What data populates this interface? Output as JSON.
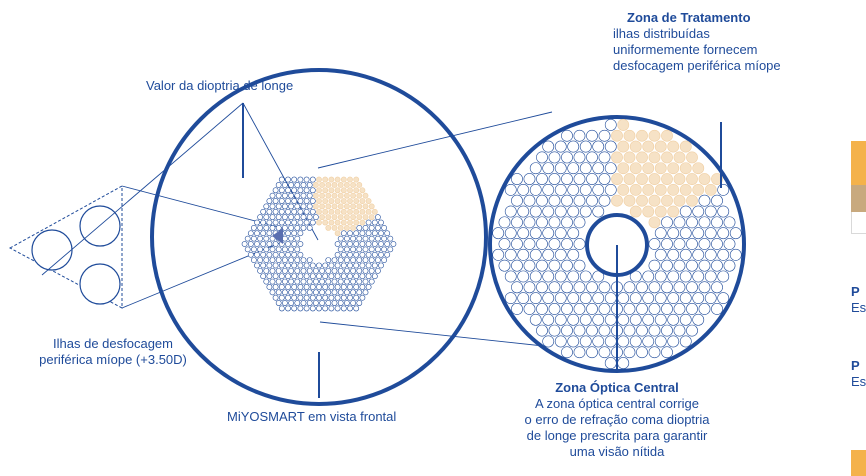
{
  "colors": {
    "blue": "#1f4b9a",
    "peach": "#f6e2c6",
    "peach_stroke": "#f0cfa3",
    "orange_swatch": "#f4b24b",
    "tan_swatch": "#c8a97e"
  },
  "labels": {
    "treatment_title": "Zona de Tratamento",
    "treatment_line1": "ilhas distribuídas",
    "treatment_line2": "uniformemente fornecem",
    "treatment_line3": "desfocagem periférica míope",
    "distance_value": "Valor da dioptria de longe",
    "islands_line1": "Ilhas de desfocagem",
    "islands_line2": "periférica míope (+3.50D)",
    "front_view": "MiYOSMART em vista frontal",
    "central_title": "Zona Óptica Central",
    "central_line1": "A zona óptica central corrige",
    "central_line2": "o erro de refração coma dioptria",
    "central_line3": "de longe prescrita para garantir",
    "central_line4": "uma visão nítida"
  },
  "side_panel": {
    "p1_letter": "P",
    "p1_sub": "Es",
    "p2_letter": "P",
    "p2_sub": "Es"
  }
}
